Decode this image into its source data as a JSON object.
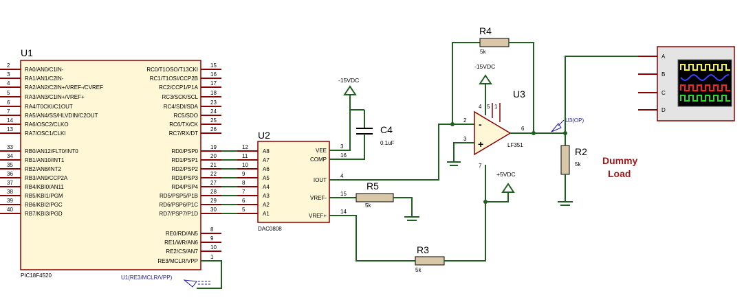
{
  "u1": {
    "ref": "U1",
    "part": "PIC18F4520",
    "left_pins": [
      {
        "num": "2",
        "name": "RA0/AN0/C1IN-"
      },
      {
        "num": "3",
        "name": "RA1/AN1/C2IN-"
      },
      {
        "num": "4",
        "name": "RA2/AN2/C2IN+/VREF-/CVREF"
      },
      {
        "num": "5",
        "name": "RA3/AN3/C1IN+/VREF+"
      },
      {
        "num": "6",
        "name": "RA4/T0CKI/C1OUT"
      },
      {
        "num": "7",
        "name": "RA5/AN4/SS/HLVDIN/C2OUT"
      },
      {
        "num": "14",
        "name": "RA6/OSC2/CLKO"
      },
      {
        "num": "13",
        "name": "RA7/OSC1/CLKI"
      },
      {
        "num": "33",
        "name": "RB0/AN12/FLT0/INT0"
      },
      {
        "num": "34",
        "name": "RB1/AN10/INT1"
      },
      {
        "num": "35",
        "name": "RB2/AN8/INT2"
      },
      {
        "num": "36",
        "name": "RB3/AN9/CCP2A"
      },
      {
        "num": "37",
        "name": "RB4/KBI0/AN11"
      },
      {
        "num": "38",
        "name": "RB5/KBI1/PGM"
      },
      {
        "num": "39",
        "name": "RB6/KBI2/PGC"
      },
      {
        "num": "40",
        "name": "RB7/KBI3/PGD"
      }
    ],
    "right_pins": [
      {
        "num": "15",
        "name": "RC0/T1OSO/T13CKI"
      },
      {
        "num": "16",
        "name": "RC1/T1OSI/CCP2B"
      },
      {
        "num": "17",
        "name": "RC2/CCP1/P1A"
      },
      {
        "num": "18",
        "name": "RC3/SCK/SCL"
      },
      {
        "num": "23",
        "name": "RC4/SDI/SDA"
      },
      {
        "num": "24",
        "name": "RC5/SDO"
      },
      {
        "num": "25",
        "name": "RC6/TX/CK"
      },
      {
        "num": "26",
        "name": "RC7/RX/DT"
      },
      {
        "num": "19",
        "name": "RD0/PSP0"
      },
      {
        "num": "20",
        "name": "RD1/PSP1"
      },
      {
        "num": "21",
        "name": "RD2/PSP2"
      },
      {
        "num": "22",
        "name": "RD3/PSP3"
      },
      {
        "num": "27",
        "name": "RD4/PSP4"
      },
      {
        "num": "28",
        "name": "RD5/PSP5/P1B"
      },
      {
        "num": "29",
        "name": "RD6/PSP6/P1C"
      },
      {
        "num": "30",
        "name": "RD7/PSP7/P1D"
      },
      {
        "num": "8",
        "name": "RE0/RD/AN5"
      },
      {
        "num": "9",
        "name": "RE1/WR/AN6"
      },
      {
        "num": "10",
        "name": "RE2/CS/AN7"
      },
      {
        "num": "1",
        "name": "RE3/MCLR/VPP"
      }
    ]
  },
  "u2": {
    "ref": "U2",
    "part": "DAC0808",
    "left_pins": [
      {
        "num": "12",
        "name": "A8"
      },
      {
        "num": "11",
        "name": "A7"
      },
      {
        "num": "10",
        "name": "A6"
      },
      {
        "num": "9",
        "name": "A5"
      },
      {
        "num": "8",
        "name": "A4"
      },
      {
        "num": "7",
        "name": "A3"
      },
      {
        "num": "6",
        "name": "A2"
      },
      {
        "num": "5",
        "name": "A1"
      }
    ],
    "right_pins": [
      {
        "num": "3",
        "name": "VEE"
      },
      {
        "num": "16",
        "name": "COMP"
      },
      {
        "num": "4",
        "name": "IOUT"
      },
      {
        "num": "15",
        "name": "VREF-"
      },
      {
        "num": "14",
        "name": "VREF+"
      }
    ]
  },
  "u3": {
    "ref": "U3",
    "part": "LF351",
    "pins": [
      "2",
      "3",
      "4",
      "5",
      "1",
      "6",
      "7"
    ],
    "minus": "-",
    "plus": "+"
  },
  "supplies": {
    "neg_dac": "-15VDC",
    "neg_op": "-15VDC",
    "pos_op": "+5VDC"
  },
  "c4": {
    "ref": "C4",
    "value": "0.1uF"
  },
  "r2": {
    "ref": "R2",
    "value": "5k"
  },
  "r3": {
    "ref": "R3",
    "value": "5k"
  },
  "r4": {
    "ref": "R4",
    "value": "5k"
  },
  "r5": {
    "ref": "R5",
    "value": "5k"
  },
  "probes": {
    "u1": "U1(RE3/MCLR/VPP)",
    "u3": "U3(OP)"
  },
  "dummy_load": {
    "line1": "Dummy",
    "line2": "Load"
  },
  "scope": {
    "channels": [
      "A",
      "B",
      "C",
      "D"
    ],
    "trace_colors": [
      "#ffff00",
      "#4040ff",
      "#ff2020",
      "#20e020"
    ]
  }
}
